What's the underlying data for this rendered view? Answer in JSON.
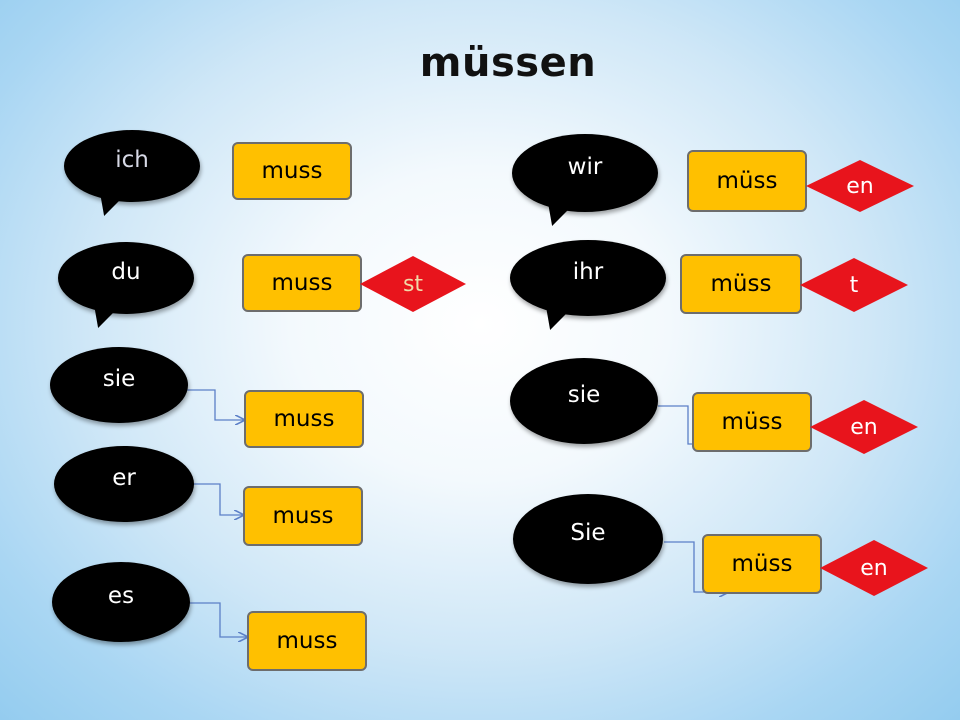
{
  "title": "müssen",
  "singular": [
    {
      "pronoun": "ich",
      "stem": "muss",
      "ending": ""
    },
    {
      "pronoun": "du",
      "stem": "muss",
      "ending": "st"
    },
    {
      "pronoun": "sie",
      "stem": "muss",
      "ending": ""
    },
    {
      "pronoun": "er",
      "stem": "muss",
      "ending": ""
    },
    {
      "pronoun": "es",
      "stem": "muss",
      "ending": ""
    }
  ],
  "plural": [
    {
      "pronoun": "wir",
      "stem": "müss",
      "ending": "en"
    },
    {
      "pronoun": "ihr",
      "stem": "müss",
      "ending": "t"
    },
    {
      "pronoun": "sie",
      "stem": "müss",
      "ending": "en"
    },
    {
      "pronoun": "Sie",
      "stem": "müss",
      "ending": "en"
    }
  ],
  "colors": {
    "pronoun_bg": "#000000",
    "stem_bg": "#ffc000",
    "ending_bg": "#e8141c"
  }
}
